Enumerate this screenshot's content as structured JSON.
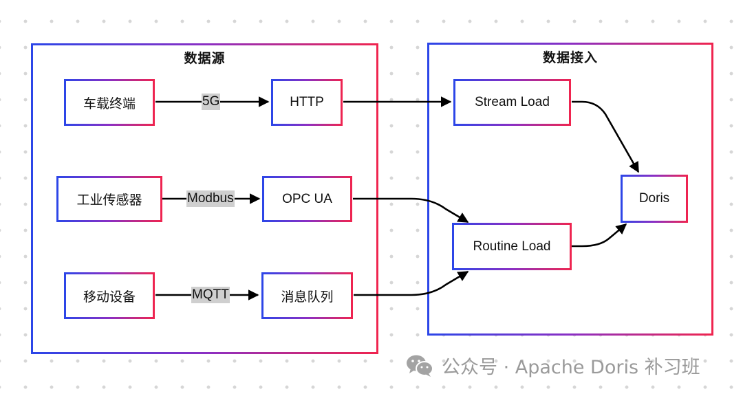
{
  "groups": {
    "source": {
      "title": "数据源"
    },
    "ingest": {
      "title": "数据接入"
    }
  },
  "nodes": {
    "vehicle": "车载终端",
    "sensor": "工业传感器",
    "mobile": "移动设备",
    "http": "HTTP",
    "opcua": "OPC UA",
    "queue": "消息队列",
    "stream_load": "Stream Load",
    "routine_load": "Routine Load",
    "doris": "Doris"
  },
  "edge_labels": {
    "vehicle_http": "5G",
    "sensor_opcua": "Modbus",
    "mobile_queue": "MQTT"
  },
  "colors": {
    "border_start": "#2b46e8",
    "border_end": "#f0244e",
    "edge": "#000000",
    "label_bg": "#cfcfcf"
  },
  "watermark": {
    "icon": "wechat-icon",
    "text": "公众号 · Apache Doris 补习班"
  }
}
